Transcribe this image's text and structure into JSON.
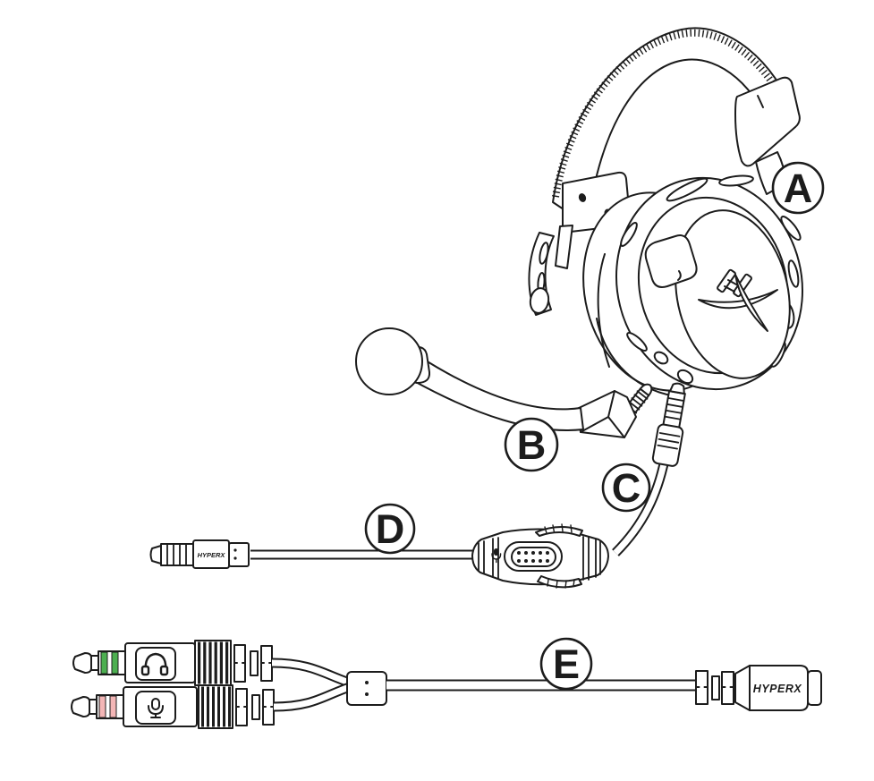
{
  "figure": {
    "callouts": [
      {
        "letter": "A",
        "points_to": "headset"
      },
      {
        "letter": "B",
        "points_to": "detachable-microphone"
      },
      {
        "letter": "C",
        "points_to": "headset-cable-plug"
      },
      {
        "letter": "D",
        "points_to": "inline-audio-control-cable"
      },
      {
        "letter": "E",
        "points_to": "pc-splitter-extension-cable"
      }
    ],
    "brand": {
      "logo_text": "HYPERX"
    },
    "icons": {
      "earcup_logo": "hyperx-monogram-icon",
      "inline_control": "microphone-icon",
      "green_plug": "headphones-icon",
      "pink_plug": "microphone-icon"
    },
    "colors": {
      "line": "#1c1c1c",
      "background": "#ffffff",
      "headphone_stripe": "#4caf50",
      "microphone_stripe": "#f4b6b6"
    }
  }
}
